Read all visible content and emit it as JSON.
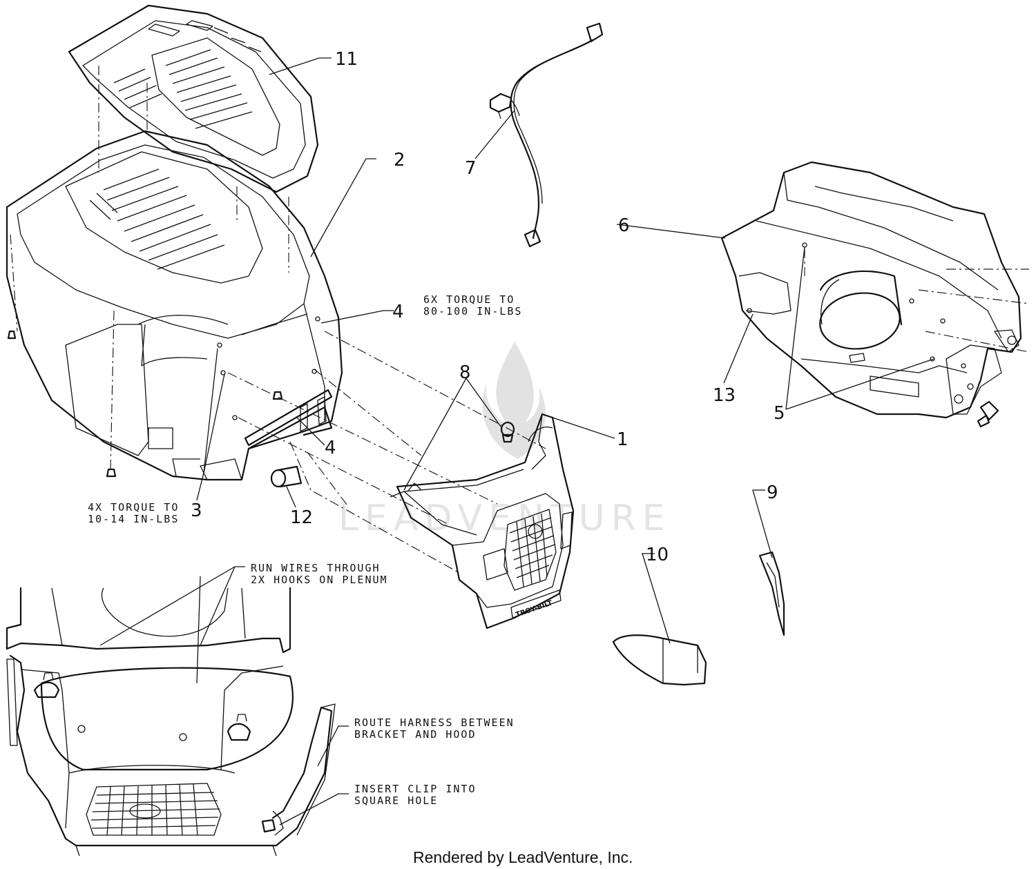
{
  "callouts": {
    "c1": "1",
    "c2": "2",
    "c3": "3",
    "c4a": "4",
    "c4b": "4",
    "c5": "5",
    "c6": "6",
    "c7": "7",
    "c8": "8",
    "c9": "9",
    "c10": "10",
    "c11": "11",
    "c12": "12",
    "c13": "13"
  },
  "notes": {
    "torque6_line1": "6X TORQUE TO",
    "torque6_line2": "80-100 IN-LBS",
    "torque4_line1": "4X TORQUE TO",
    "torque4_line2": "10-14 IN-LBS",
    "wires_line1": "RUN WIRES THROUGH",
    "wires_line2": "2X HOOKS ON PLENUM",
    "harness_line1": "ROUTE HARNESS BETWEEN",
    "harness_line2": "BRACKET AND HOOD",
    "clip_line1": "INSERT CLIP INTO",
    "clip_line2": "SQUARE HOLE"
  },
  "grille_brand": "TROY-BILT",
  "watermark": "LEADVENTURE",
  "footer": "Rendered by LeadVenture, Inc."
}
